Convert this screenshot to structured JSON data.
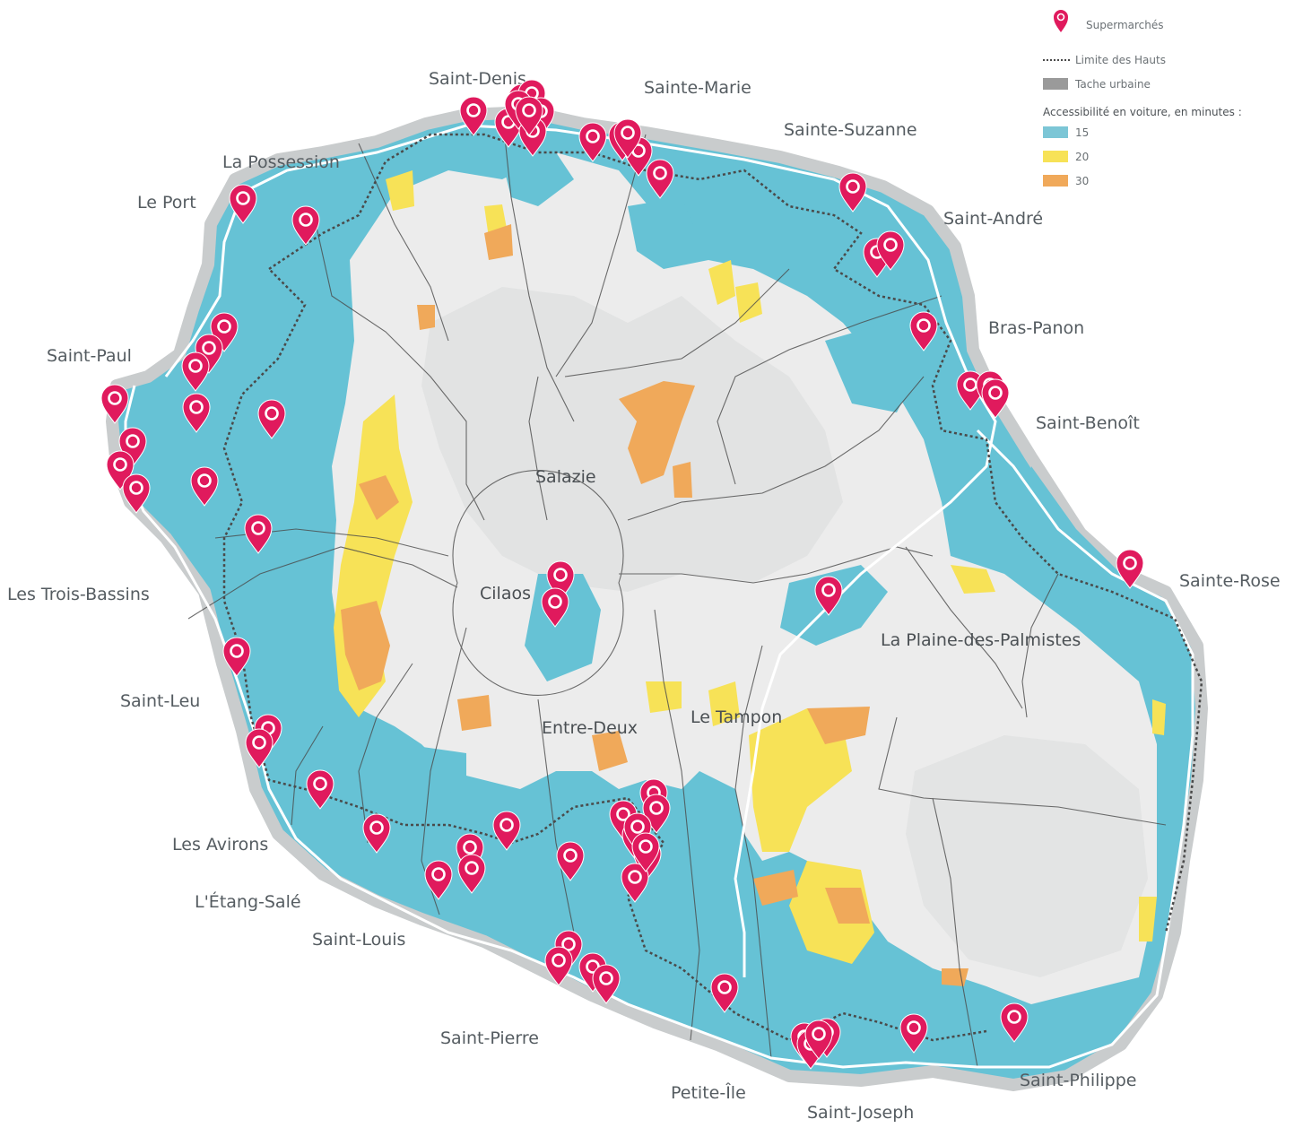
{
  "legend": {
    "supermarkets": "Supermarchés",
    "heights_limit": "Limite des Hauts",
    "urban_area": "Tache urbaine",
    "title": "Accessibilité en voiture, en minutes :",
    "classes": [
      {
        "label": "15",
        "color": "#7cc6d6"
      },
      {
        "label": "20",
        "color": "#f7e257"
      },
      {
        "label": "30",
        "color": "#f0a95a"
      }
    ]
  },
  "colors": {
    "sea_blue": "#66c2d5",
    "yellow": "#f7e257",
    "orange": "#f0a95a",
    "highlands": "#ececec",
    "pin": "#e01a5d",
    "boundary": "#4a4a4a",
    "road": "#ffffff",
    "coast": "#c9cccd"
  },
  "communes": [
    "Saint-Denis",
    "Sainte-Marie",
    "Sainte-Suzanne",
    "Saint-André",
    "Bras-Panon",
    "Saint-Benoît",
    "Sainte-Rose",
    "La Plaine-des-Palmistes",
    "Le Tampon",
    "Entre-Deux",
    "Salazie",
    "Cilaos",
    "La Possession",
    "Le Port",
    "Saint-Paul",
    "Les Trois-Bassins",
    "Saint-Leu",
    "Les Avirons",
    "L'Étang-Salé",
    "Saint-Louis",
    "Saint-Pierre",
    "Petite-Île",
    "Saint-Joseph",
    "Saint-Philippe"
  ],
  "supermarket_count": 66
}
